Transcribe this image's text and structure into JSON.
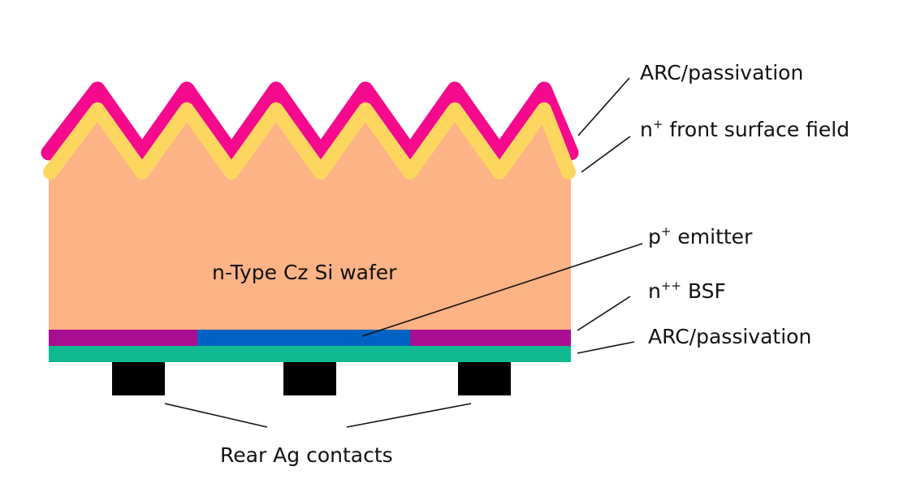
{
  "labels": {
    "top_arc": "ARC/passivation",
    "fsf": {
      "base": "n",
      "sup": "+",
      "rest": " front surface field"
    },
    "wafer": "n-Type Cz Si wafer",
    "emitter": {
      "base": "p",
      "sup": "+",
      "rest": " emitter"
    },
    "bsf": {
      "base": "n",
      "sup": "++",
      "rest": " BSF"
    },
    "bottom_arc": "ARC/passivation",
    "contacts": "Rear Ag contacts"
  },
  "colors": {
    "wafer": "#fdb385",
    "arc_top": "#f50a8e",
    "fsf": "#fdd660",
    "bsf": "#a90d91",
    "emitter": "#0063c3",
    "arc_bottom": "#0fba90",
    "contacts": "#000000"
  }
}
